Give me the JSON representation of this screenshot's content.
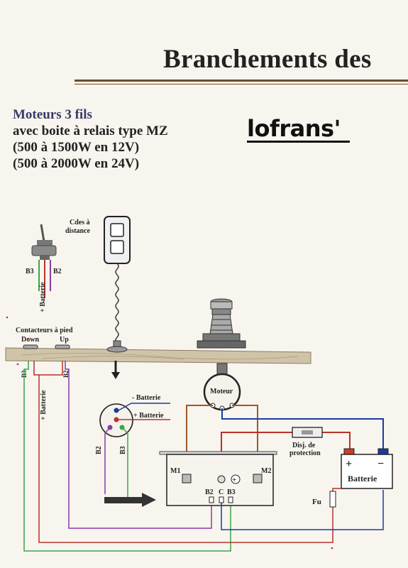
{
  "title": "Branchements des",
  "subtitle": {
    "line1": "Moteurs 3 fils",
    "line2": "avec boite à relais type MZ",
    "line3": "(500 à 1500W en 12V)",
    "line4": "(500 à 2000W en 24V)"
  },
  "brand": "lofrans'",
  "labels": {
    "remote": [
      "Cdes à",
      "distance"
    ],
    "switch_b3": "B3",
    "switch_b2": "B2",
    "switch_plus": "+ Batterie",
    "foot_switches": "Contacteurs à pied",
    "down": "Down",
    "up": "Up",
    "left_b3": "B3",
    "left_b2": "B2",
    "left_plus": "+ Batterie",
    "connector_minus": "- Batterie",
    "connector_plus": "+ Batterie",
    "connector_b2": "B2",
    "connector_b3": "B3",
    "motor": "Moteur",
    "breaker": [
      "Disj. de",
      "protection"
    ],
    "battery": "Batterie",
    "battery_plus": "+",
    "battery_minus": "−",
    "fuse": "Fu",
    "relay_m1": "M1",
    "relay_m2": "M2",
    "relay_b2": "B2",
    "relay_c": "C",
    "relay_b3": "B3",
    "relay_plus": "+"
  },
  "colors": {
    "red": "#b8322c",
    "green": "#3aa548",
    "purple": "#8a3aa6",
    "blue": "#1a3aa0",
    "brown": "#9a5a2a",
    "deck": "#cfc3a8"
  }
}
